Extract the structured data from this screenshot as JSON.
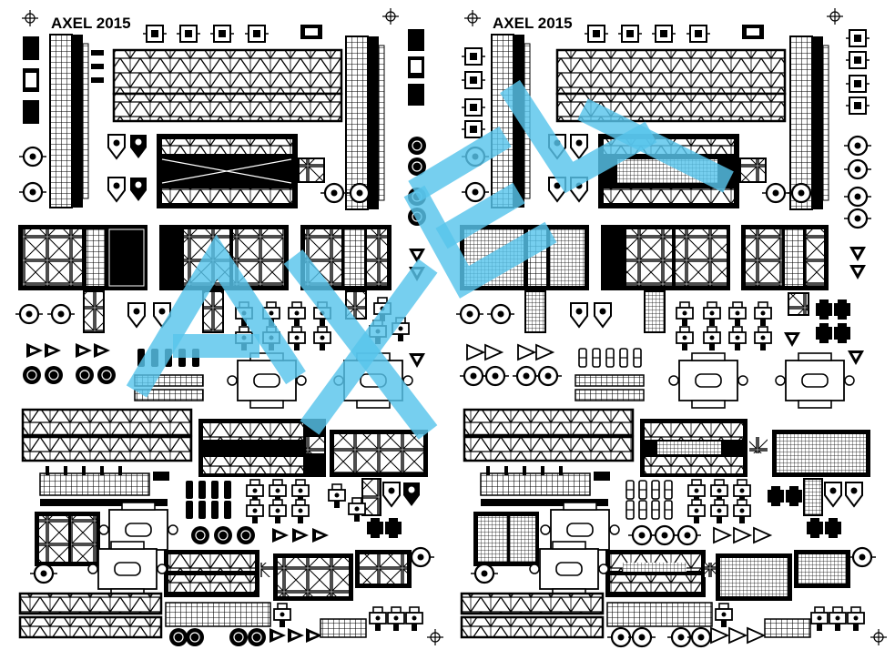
{
  "sheet": {
    "left_title": "AXEL 2015",
    "right_title": "AXEL 2015"
  },
  "watermark": {
    "letters": [
      "A",
      "X",
      "E",
      "L"
    ],
    "color": "#58c4ec"
  },
  "colors": {
    "ink": "#000000",
    "paper": "#ffffff"
  },
  "icons": [
    "registration-crosshair-icon"
  ]
}
